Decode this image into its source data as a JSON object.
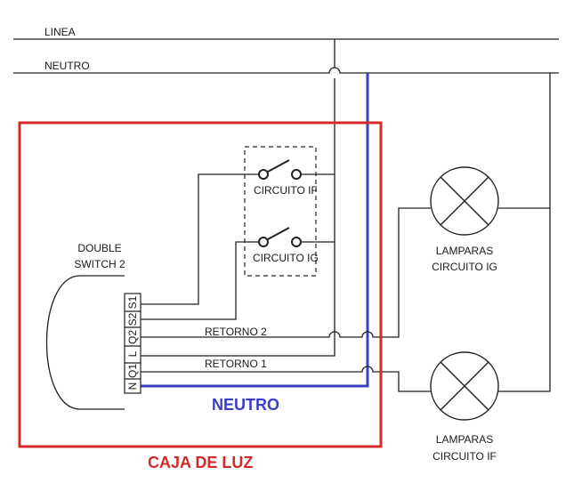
{
  "buses": {
    "linea": "LINEA",
    "neutro": "NEUTRO"
  },
  "device": {
    "name_line1": "DOUBLE",
    "name_line2": "SWITCH 2",
    "terminals": [
      "S1",
      "S2",
      "Q2",
      "L",
      "Q1",
      "N"
    ]
  },
  "switches": {
    "circuit_if": "CIRCUITO IF",
    "circuit_ig": "CIRCUITO IG"
  },
  "wires": {
    "retorno2": "RETORNO 2",
    "retorno1": "RETORNO 1"
  },
  "lamps": {
    "ig_line1": "LAMPARAS",
    "ig_line2": "CIRCUITO IG",
    "if_line1": "LAMPARAS",
    "if_line2": "CIRCUITO IF"
  },
  "box": {
    "neutro_label": "NEUTRO",
    "caja_label": "CAJA DE LUZ"
  },
  "colors": {
    "box_border": "#d42a2a",
    "neutral_wire": "#3b3fc4",
    "wire": "#222222"
  }
}
